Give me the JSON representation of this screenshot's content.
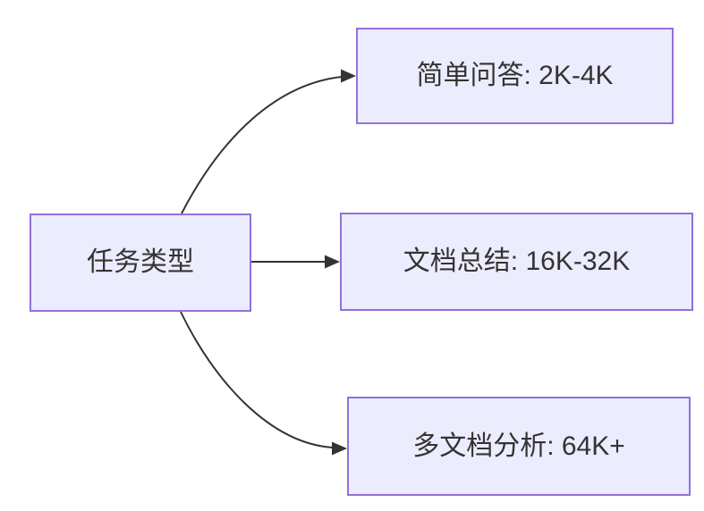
{
  "diagram": {
    "type": "flowchart-left-right",
    "root": {
      "id": "task-type",
      "label": "任务类型"
    },
    "branches": [
      {
        "id": "simple-qa",
        "label": "简单问答: 2K-4K"
      },
      {
        "id": "doc-summary",
        "label": "文档总结: 16K-32K"
      },
      {
        "id": "multi-doc-analysis",
        "label": "多文档分析: 64K+"
      }
    ],
    "edges": [
      {
        "from": "task-type",
        "to": "simple-qa"
      },
      {
        "from": "task-type",
        "to": "doc-summary"
      },
      {
        "from": "task-type",
        "to": "multi-doc-analysis"
      }
    ]
  },
  "colors": {
    "background": "#FFFFFF",
    "node_fill": "#ECECFF",
    "node_border": "#9370DB",
    "edge_color": "#333333",
    "text_color": "#333333"
  }
}
